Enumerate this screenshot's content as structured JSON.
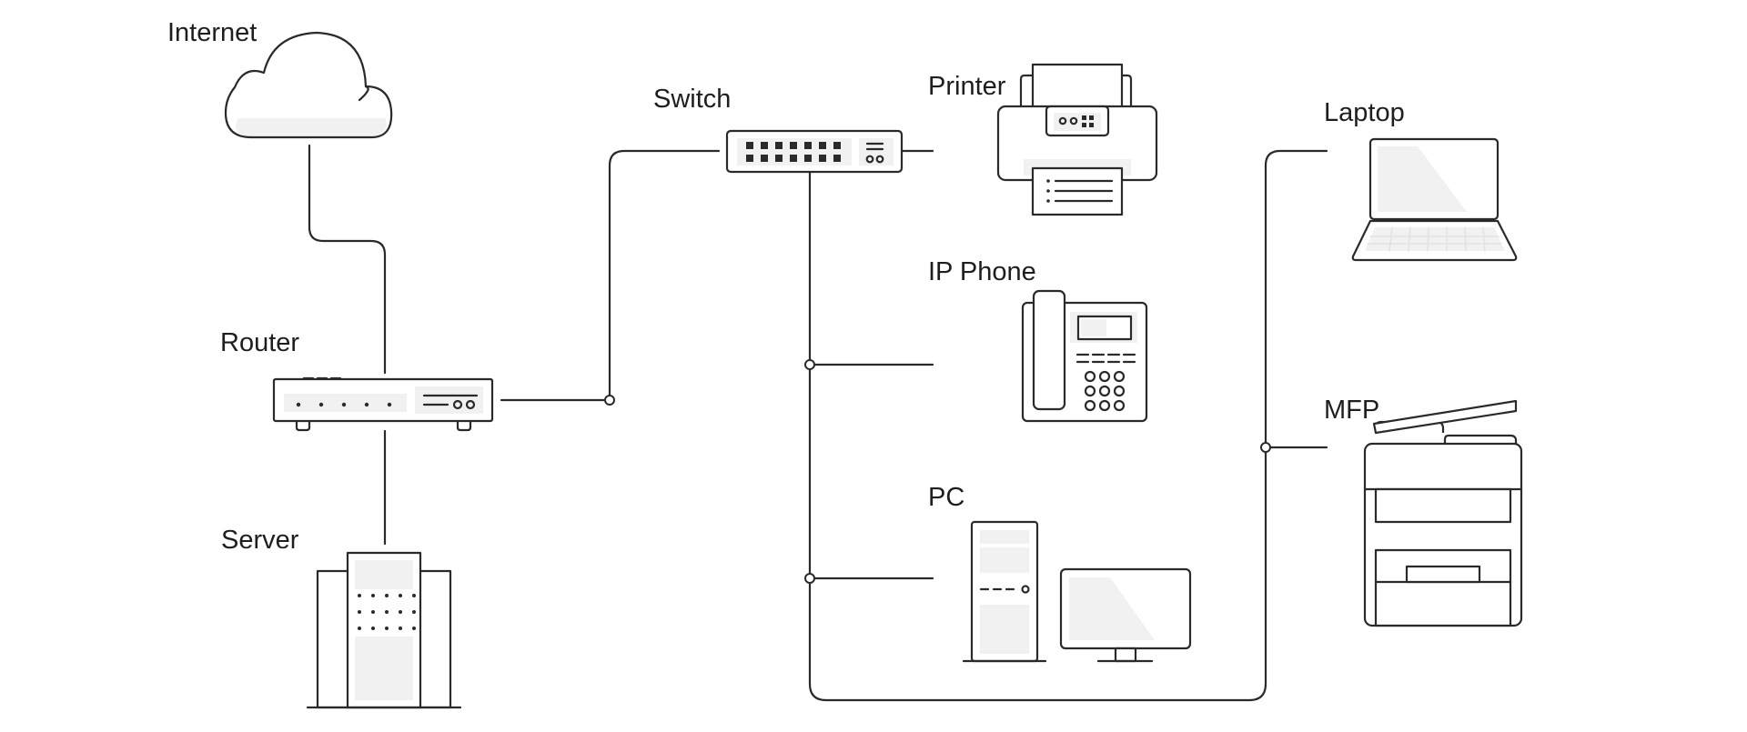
{
  "colors": {
    "stroke": "#2a2a2a",
    "fill_light": "#f1f1f1",
    "background": "#ffffff",
    "text": "#1e1e1e"
  },
  "nodes": {
    "internet": {
      "label": "Internet",
      "icon": "cloud-icon"
    },
    "router": {
      "label": "Router",
      "icon": "router-icon"
    },
    "server": {
      "label": "Server",
      "icon": "server-icon"
    },
    "switch": {
      "label": "Switch",
      "icon": "switch-icon"
    },
    "printer": {
      "label": "Printer",
      "icon": "printer-icon"
    },
    "ip_phone": {
      "label": "IP Phone",
      "icon": "ip-phone-icon"
    },
    "pc": {
      "label": "PC",
      "icon": "pc-icon"
    },
    "laptop": {
      "label": "Laptop",
      "icon": "laptop-icon"
    },
    "mfp": {
      "label": "MFP",
      "icon": "mfp-icon"
    }
  },
  "links": [
    [
      "internet",
      "router"
    ],
    [
      "router",
      "server"
    ],
    [
      "router",
      "switch"
    ],
    [
      "switch",
      "printer"
    ],
    [
      "switch",
      "ip_phone"
    ],
    [
      "switch",
      "pc"
    ],
    [
      "switch",
      "laptop"
    ],
    [
      "switch",
      "mfp"
    ]
  ]
}
